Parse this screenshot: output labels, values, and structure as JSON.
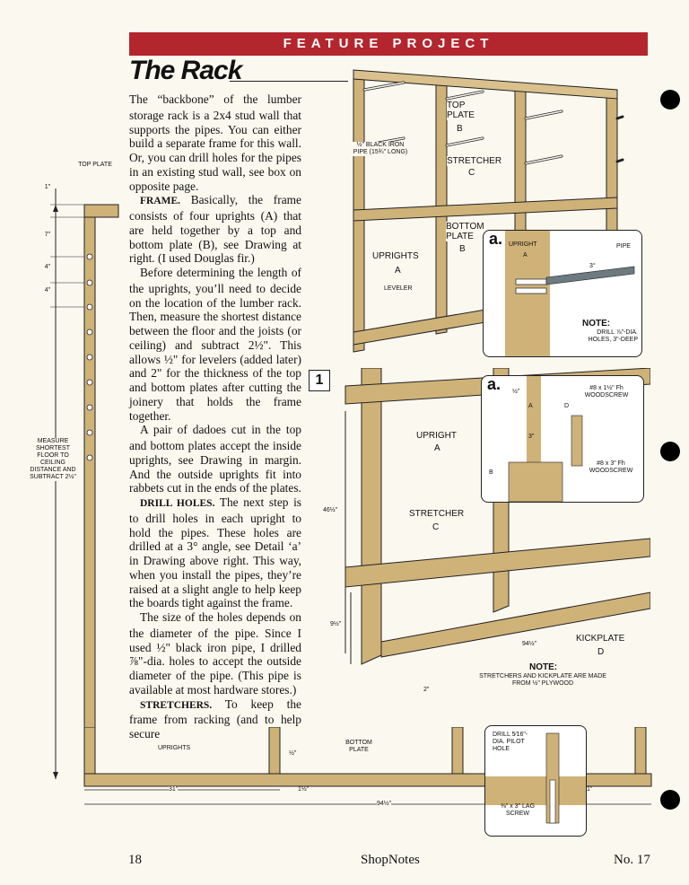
{
  "banner": "FEATURE PROJECT",
  "title": "The Rack",
  "paragraphs": [
    {
      "lead": "",
      "text": "The “backbone” of the lumber storage rack is a 2x4 stud wall that supports the pipes. You can either build a separate frame for this wall. Or, you can drill holes for the pipes in an existing stud wall, see box on opposite page."
    },
    {
      "lead": "Frame.",
      "text": " Basically, the frame consists of four uprights (A) that are held together by a top and bottom plate (B), see Drawing at right. (I used Douglas fir.)"
    },
    {
      "lead": "",
      "text": "Before determining the length of the uprights, you’ll need to decide on the location of the lumber rack. Then, measure the shortest distance between the floor and the joists (or ceiling) and subtract 2½\". This allows ½\" for levelers (added later) and 2\" for the thickness of the top and bottom plates after cutting the joinery that holds the frame together."
    },
    {
      "lead": "",
      "text": "A pair of dadoes cut in the top and bottom plates accept the inside uprights, see Drawing in margin. And the outside uprights fit into rabbets cut in the ends of the plates."
    },
    {
      "lead": "Drill Holes.",
      "text": " The next step is to drill holes in each upright to hold the pipes. These holes are drilled at a 3° angle, see Detail ‘a’ in Drawing above right. This way, when you install the pipes, they’re raised at a slight angle to help keep the boards tight against the frame."
    },
    {
      "lead": "",
      "text": "The size of the holes depends on the diameter of the pipe. Since I used ½\" black iron pipe, I drilled ⅞\"-dia. holes to accept the outside diameter of the pipe. (This pipe is available at most hardware stores.)"
    },
    {
      "lead": "Stretchers.",
      "text": " To keep the frame from racking (and to help secure"
    }
  ],
  "margin": {
    "top_plate": "TOP PLATE",
    "dim_1": "1\"",
    "dim_7": "7\"",
    "dim_4a": "4\"",
    "dim_4b": "4\"",
    "measure_note": "MEASURE SHORTEST FLOOR TO CEILING DISTANCE AND SUBTRACT 2½\""
  },
  "top_drawing": {
    "top_plate": "TOP PLATE",
    "top_plate_ref": "B",
    "pipe_note": "½\" BLACK IRON PIPE (15¾\" LONG)",
    "stretcher": "STRETCHER",
    "stretcher_ref": "C",
    "bottom_plate": "BOTTOM PLATE",
    "bottom_plate_ref": "B",
    "uprights": "UPRIGHTS",
    "uprights_ref": "A",
    "leveler": "LEVELER"
  },
  "detail_a_top": {
    "letter": "a.",
    "upright": "UPRIGHT",
    "upright_ref": "A",
    "pipe": "PIPE",
    "angle": "3°",
    "note_head": "NOTE:",
    "note_body": "DRILL ⅞\"-DIA. HOLES, 3\"-DEEP"
  },
  "figure_1": {
    "number": "1",
    "upright": "UPRIGHT",
    "upright_ref": "A",
    "stretcher": "STRETCHER",
    "stretcher_ref": "C",
    "dim_height": "46½\"",
    "dim_low": "9½\"",
    "dim_bottom": "2\"",
    "dim_span": "94½\"",
    "kickplate": "KICKPLATE",
    "kickplate_ref": "D",
    "note_head": "NOTE:",
    "note_body": "STRETCHERS AND KICKPLATE ARE MADE FROM ½\" PLYWOOD"
  },
  "detail_a_mid": {
    "letter": "a.",
    "dim_half": "½\"",
    "ref_a": "A",
    "ref_d": "D",
    "ref_b": "B",
    "dim_3": "3\"",
    "screw_1": "#8 x 1½\" Fh WOODSCREW",
    "screw_2": "#8 x 3\" Fh WOODSCREW"
  },
  "bottom_drawing": {
    "uprights": "UPRIGHTS",
    "dim_half": "½\"",
    "bottom_plate": "BOTTOM PLATE",
    "dim_31": "31\"",
    "dim_1half": "1½\"",
    "dim_94": "94½\"",
    "drill_note": "DRILL 5⁄16\"-DIA. PILOT HOLE",
    "dim_1": "1\"",
    "lag": "⅜\" x 3\" LAG SCREW"
  },
  "footer": {
    "page": "18",
    "magazine": "ShopNotes",
    "issue": "No. 17"
  },
  "colors": {
    "banner": "#b3262e",
    "wood": "#cfb278",
    "wood_dark": "#a88a4e",
    "paper": "#fbf8ef"
  }
}
